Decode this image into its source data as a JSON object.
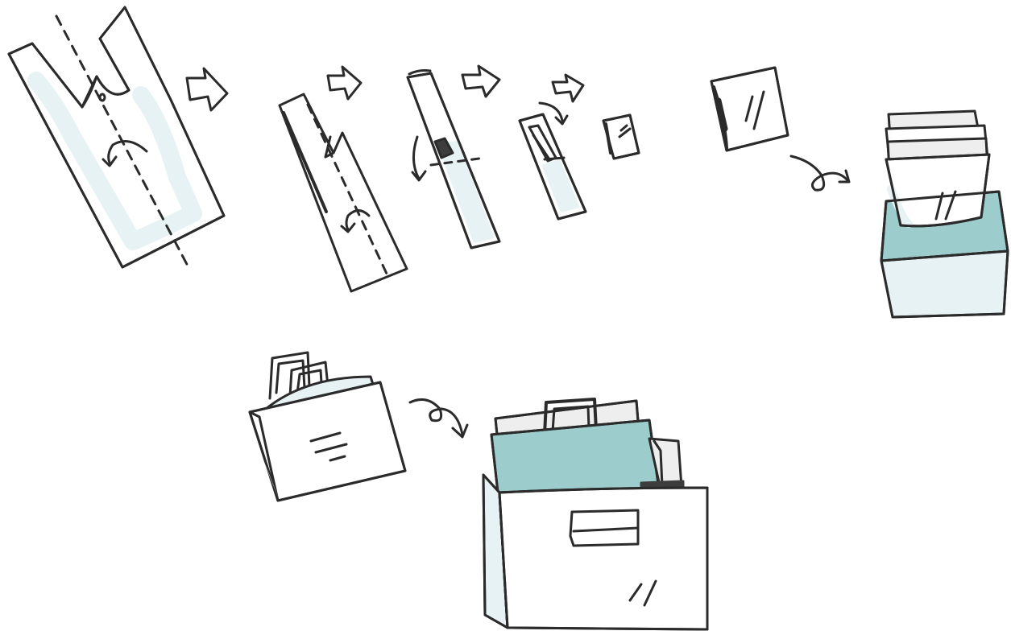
{
  "diagram": {
    "kind": "illustrated-instructions",
    "colors": {
      "ink": "#2b2b2b",
      "paper": "#ffffff",
      "pale_fill": "#e6f2f3",
      "teal_fill": "#9ccccb",
      "dark_accent": "#3d3d3d",
      "sheet_gray": "#eeeeee"
    },
    "steps": [
      {
        "name": "flat-plastic-bag",
        "icon": "plastic-bag-icon"
      },
      {
        "name": "fold-lengthwise",
        "icon": "fold-strip-icon"
      },
      {
        "name": "fold-again",
        "icon": "narrow-strip-icon"
      },
      {
        "name": "fold-down",
        "icon": "short-strip-icon"
      },
      {
        "name": "small-square",
        "icon": "small-packet-icon"
      },
      {
        "name": "folded-packet",
        "icon": "packet-icon"
      },
      {
        "name": "packets-stored-in-box",
        "icon": "storage-box-icon"
      },
      {
        "name": "paper-shopping-bag",
        "icon": "paper-bag-icon"
      },
      {
        "name": "bags-stored-in-large-bag",
        "icon": "large-bag-icon"
      }
    ],
    "arrows": [
      {
        "name": "step-arrow-1",
        "icon": "block-arrow-icon"
      },
      {
        "name": "step-arrow-2",
        "icon": "block-arrow-icon"
      },
      {
        "name": "step-arrow-3",
        "icon": "block-arrow-icon"
      },
      {
        "name": "step-arrow-4",
        "icon": "block-arrow-icon"
      },
      {
        "name": "loop-arrow-to-box",
        "icon": "loop-arrow-icon"
      },
      {
        "name": "loop-arrow-to-large-bag",
        "icon": "loop-arrow-icon"
      }
    ]
  }
}
